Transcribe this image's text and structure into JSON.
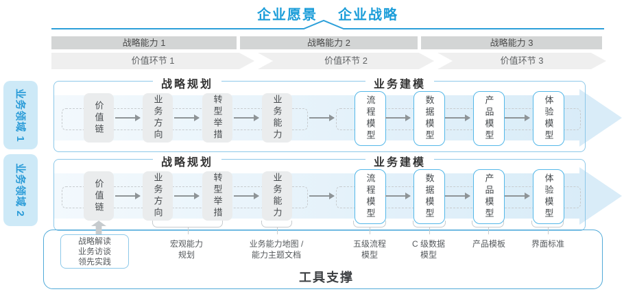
{
  "title_bar": {
    "vision": "企业愿景",
    "strategy": "企业战略"
  },
  "capability_bars": [
    "战略能力 1",
    "战略能力 2",
    "战略能力 3"
  ],
  "value_chain_bars": [
    "价值环节 1",
    "价值环节 2",
    "价值环节 3"
  ],
  "domains": [
    {
      "label": "业务领域 1",
      "planning_title": "战略规划",
      "modeling_title": "业务建模",
      "planning_boxes": [
        "价值链",
        "业务方向",
        "转型举措",
        "业务能力"
      ],
      "modeling_boxes": [
        "流程模型",
        "数据模型",
        "产品模型",
        "体验模型"
      ]
    },
    {
      "label": "业务领域 2",
      "planning_title": "战略规划",
      "modeling_title": "业务建模",
      "planning_boxes": [
        "价值链",
        "业务方向",
        "转型举措",
        "业务能力"
      ],
      "modeling_boxes": [
        "流程模型",
        "数据模型",
        "产品模型",
        "体验模型"
      ]
    }
  ],
  "footer": {
    "practice_box": [
      "战略解读",
      "业务访谈",
      "领先实践"
    ],
    "notes": [
      {
        "lines": [
          "宏观能力",
          "规划"
        ]
      },
      {
        "lines": [
          "业务能力地图 /",
          "能力主题文档"
        ]
      },
      {
        "lines": [
          "五级流程",
          "模型"
        ]
      },
      {
        "lines": [
          "C 级数据",
          "模型"
        ]
      },
      {
        "lines": [
          "产品模板"
        ]
      },
      {
        "lines": [
          "界面标准"
        ]
      }
    ],
    "tool_support": "工具支撑"
  },
  "colors": {
    "accent_blue": "#1b9dd9",
    "panel_border": "#8cc8e9",
    "band_fill": "#d9ecf8",
    "domain_chip_bg": "#cde9f7",
    "domain_chip_text": "#2b9cd8",
    "gray_box_fill": "#eaeced",
    "model_box_border": "#53b7e8",
    "capability_bar_fill": "#d3d5d5",
    "value_bar_fill": "#efefef",
    "annotation_gray": "#c6cbce",
    "text_dark": "#3c3f42"
  }
}
